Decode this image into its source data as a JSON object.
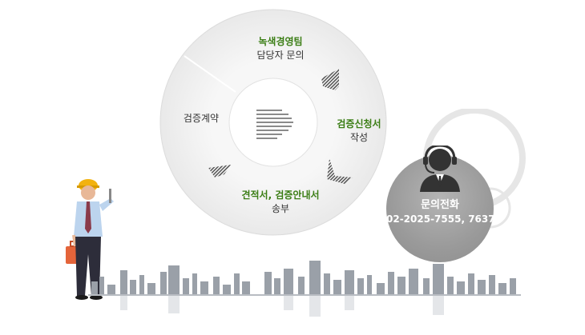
{
  "cycle": {
    "step1": {
      "line1": "녹색경영팀",
      "line2": "담당자 문의"
    },
    "step2": {
      "line1": "검증신청서",
      "line2": "작성"
    },
    "step3": {
      "line1": "견적서, 검증안내서",
      "line2": "송부"
    },
    "step4": {
      "line1": "검증계약"
    }
  },
  "contact": {
    "title": "문의전화",
    "phone": "02-2025-7555, 7637",
    "icon": "headset-operator-icon"
  },
  "colors": {
    "green": "#3a7d14",
    "ring": "#eeeeee",
    "gray_circle": "#9a9a9a"
  }
}
